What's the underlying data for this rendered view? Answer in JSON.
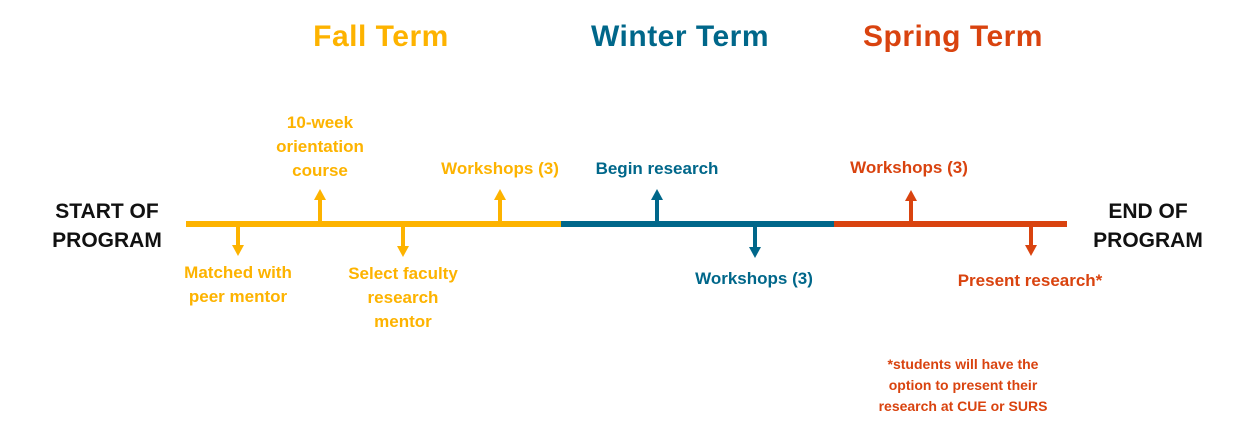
{
  "colors": {
    "fall": "#fdb300",
    "winter": "#00678a",
    "spring": "#d9430f",
    "endpoints": "#111111"
  },
  "terms": {
    "fall": "Fall Term",
    "winter": "Winter Term",
    "spring": "Spring Term"
  },
  "start": {
    "line1": "START OF",
    "line2": "PROGRAM"
  },
  "end": {
    "line1": "END OF",
    "line2": "PROGRAM"
  },
  "events": {
    "orientation": {
      "line1": "10-week",
      "line2": "orientation",
      "line3": "course"
    },
    "fall_workshops": "Workshops (3)",
    "begin_research": "Begin research",
    "spring_workshops": "Workshops (3)",
    "matched": {
      "line1": "Matched with",
      "line2": "peer mentor"
    },
    "select_mentor": {
      "line1": "Select faculty",
      "line2": "research",
      "line3": "mentor"
    },
    "winter_workshops": "Workshops (3)",
    "present": "Present research*"
  },
  "footnote": {
    "line1": "*students will have the",
    "line2": "option to present their",
    "line3": "research at CUE or SURS"
  }
}
